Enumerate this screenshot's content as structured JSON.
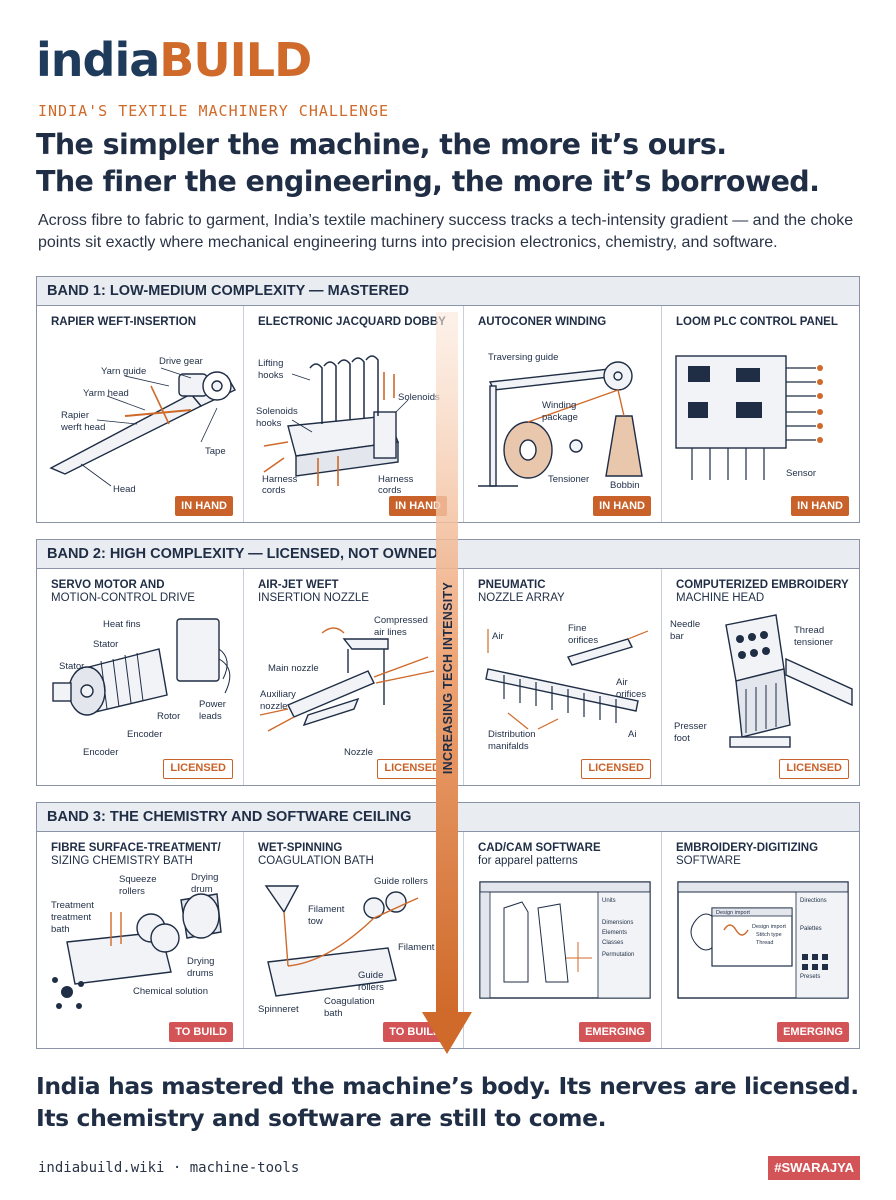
{
  "brand": {
    "part1": "india",
    "part2": "BUILD"
  },
  "kicker": "INDIA'S TEXTILE MACHINERY CHALLENGE",
  "headline": {
    "line1": "The simpler the machine, the more it’s ours.",
    "line2": "The finer the engineering, the more it’s borrowed."
  },
  "lede": "Across fibre to fabric to garment, India’s textile machinery success tracks a tech-intensity gradient — and the choke points sit exactly where mechanical engineering turns into precision electronics, chemistry, and software.",
  "arrow_label": "INCREASING TECH INTENSITY",
  "colors": {
    "navy": "#1f2d45",
    "orange": "#cf6a2a",
    "red": "#d35457",
    "band_header": "#e9edf2"
  },
  "bands": [
    {
      "title": "BAND 1: LOW-MEDIUM COMPLEXITY — MASTERED",
      "cards": [
        {
          "title": "RAPIER WEFT-INSERTION",
          "subtitle": "",
          "status": "IN HAND",
          "icon": "rapier-icon",
          "labels": {
            "l1": "Drive gear",
            "l2": "Yarn guide",
            "l3": "Yarm head",
            "l4": "Rapier",
            "l5": "werft head",
            "l6": "Tape",
            "l7": "Head"
          }
        },
        {
          "title": "ELECTRONIC JACQUARD DOBBY",
          "subtitle": "",
          "status": "IN HAND",
          "icon": "jacquard-icon",
          "labels": {
            "l1": "Lifting",
            "l2": "hooks",
            "l3": "Solenoids",
            "l4": "Solenoids",
            "l5": "hooks",
            "l6": "Harness",
            "l7": "cords",
            "l8": "Harness",
            "l9": "cords"
          }
        },
        {
          "title": "AUTOCONER WINDING",
          "subtitle": "",
          "status": "IN HAND",
          "icon": "winder-icon",
          "labels": {
            "l1": "Traversing guide",
            "l2": "Winding",
            "l3": "package",
            "l4": "Tensioner",
            "l5": "Bobbin"
          }
        },
        {
          "title": "LOOM PLC CONTROL PANEL",
          "subtitle": "",
          "status": "IN HAND",
          "icon": "plc-icon",
          "labels": {
            "l1": "Sensor"
          }
        }
      ]
    },
    {
      "title": "BAND 2: HIGH COMPLEXITY — LICENSED, NOT OWNED",
      "cards": [
        {
          "title": "SERVO MOTOR AND",
          "subtitle": "MOTION-CONTROL DRIVE",
          "status": "LICENSED",
          "icon": "servo-icon",
          "labels": {
            "l1": "Heat fins",
            "l2": "Stator",
            "l3": "Stator",
            "l4": "Rotor",
            "l5": "Encoder",
            "l6": "Power",
            "l7": "leads",
            "l8": "Encoder"
          }
        },
        {
          "title": "AIR-JET WEFT",
          "subtitle": "INSERTION NOZZLE",
          "status": "LICENSED",
          "icon": "airjet-icon",
          "labels": {
            "l1": "Compressed",
            "l2": "air lines",
            "l3": "Main nozzle",
            "l4": "Auxiliary",
            "l5": "nozzle",
            "l6": "Nozzle"
          }
        },
        {
          "title": "PNEUMATIC",
          "subtitle": "NOZZLE ARRAY",
          "status": "LICENSED",
          "icon": "nozzle-array-icon",
          "labels": {
            "l1": "Air",
            "l2": "Fine",
            "l3": "orifices",
            "l4": "Air",
            "l5": "orifices",
            "l6": "Distribution",
            "l7": "manifalds",
            "l8": "Ai"
          }
        },
        {
          "title": "COMPUTERIZED EMBROIDERY",
          "subtitle": "MACHINE HEAD",
          "status": "LICENSED",
          "icon": "embroidery-head-icon",
          "labels": {
            "l1": "Needle",
            "l2": "bar",
            "l3": "Thread",
            "l4": "tensioner",
            "l5": "Presser",
            "l6": "foot"
          }
        }
      ]
    },
    {
      "title": "BAND 3: THE CHEMISTRY AND SOFTWARE CEILING",
      "cards": [
        {
          "title": "FIBRE SURFACE-TREATMENT/",
          "subtitle": "SIZING CHEMISTRY BATH",
          "status": "TO BUILD",
          "icon": "sizing-bath-icon",
          "labels": {
            "l1": "Squeeze",
            "l2": "rollers",
            "l3": "Drying",
            "l4": "drum",
            "l5": "Treatment",
            "l6": "treatment",
            "l7": "bath",
            "l8": "Drying",
            "l9": "drums",
            "l10": "Chemical solution"
          }
        },
        {
          "title": "WET-SPINNING",
          "subtitle": "COAGULATION BATH",
          "status": "TO BUILD",
          "icon": "wet-spinning-icon",
          "labels": {
            "l1": "Guide rollers",
            "l2": "Filament",
            "l3": "tow",
            "l4": "Filament",
            "l5": "Guide",
            "l6": "rollers",
            "l7": "Spinneret",
            "l8": "Coagulation",
            "l9": "bath"
          }
        },
        {
          "title": "CAD/CAM SOFTWARE",
          "subtitle": "for apparel patterns",
          "status": "EMERGING",
          "icon": "cad-window-icon",
          "labels": {
            "l1": "Units",
            "l2": "Dimensions",
            "l3": "Elements",
            "l4": "Classes",
            "l5": "Permutation"
          }
        },
        {
          "title": "EMBROIDERY-DIGITIZING",
          "subtitle": "SOFTWARE",
          "status": "EMERGING",
          "icon": "digitizing-window-icon",
          "labels": {
            "l1": "Design import",
            "l2": "Design import",
            "l3": "Stitch type",
            "l4": "Thread",
            "l5": "Directions",
            "l6": "Palettes",
            "l7": "Presets"
          }
        }
      ]
    }
  ],
  "closing": {
    "line1": "India has mastered the machine’s body. Its nerves are licensed.",
    "line2": "Its chemistry and software are still to come."
  },
  "footer": "indiabuild.wiki · machine-tools",
  "hashtag": "#SWARAJYA"
}
